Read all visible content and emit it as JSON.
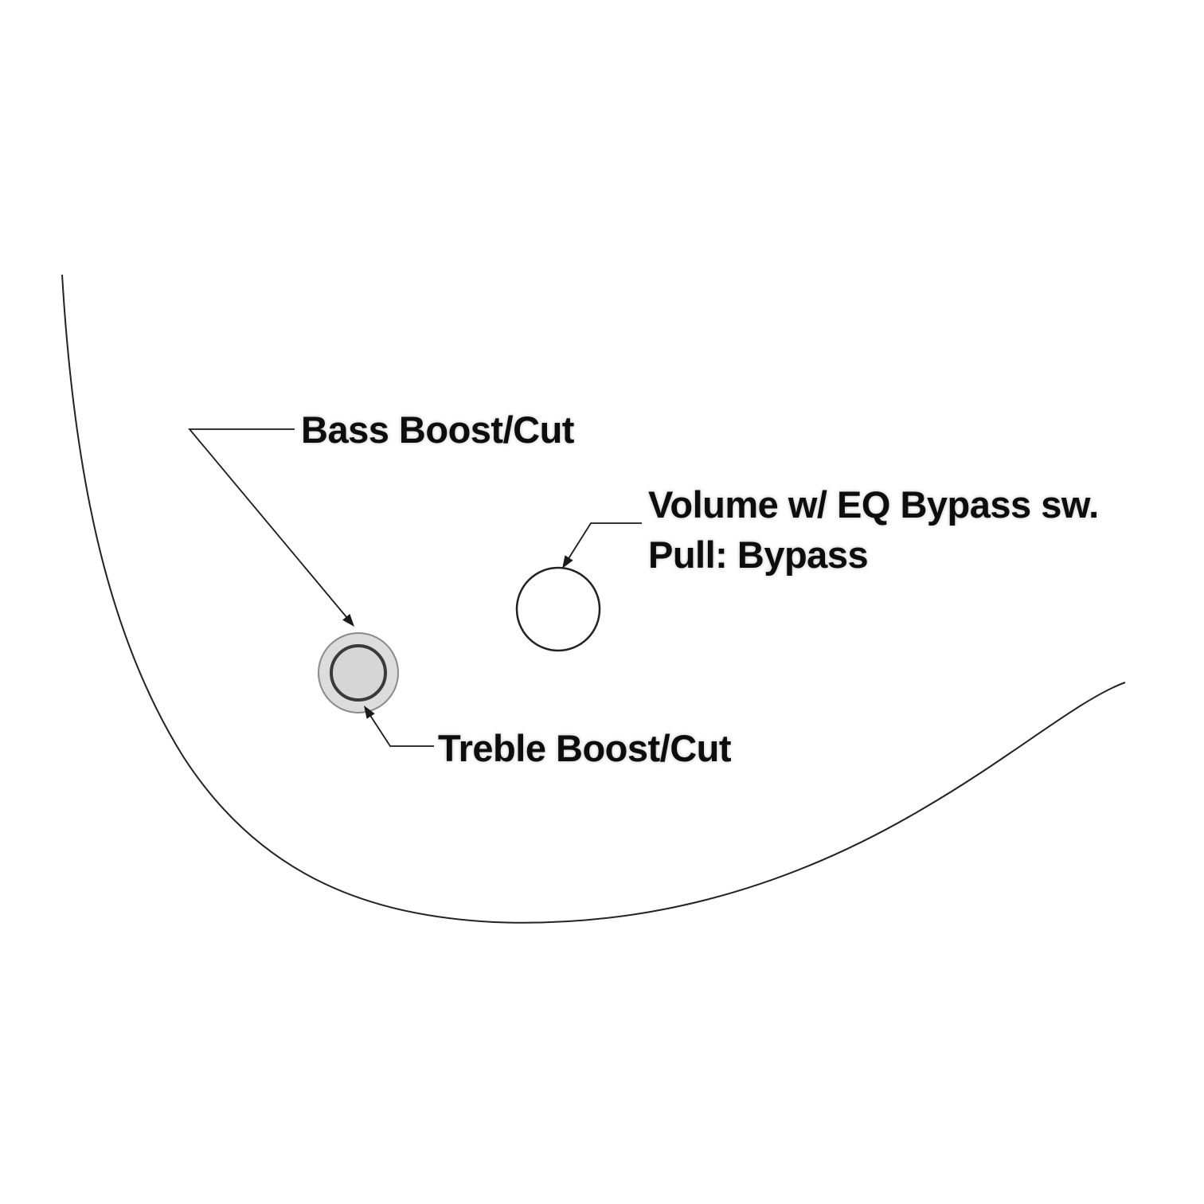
{
  "diagram": {
    "title": "Bass guitar control layout diagram",
    "labels": {
      "bass_knob": "Bass Boost/Cut",
      "volume_knob_line1": "Volume w/ EQ Bypass sw.",
      "volume_knob_line2": "Pull: Bypass",
      "treble_knob": "Treble Boost/Cut"
    },
    "colors": {
      "background": "#ffffff",
      "outline": "#222222",
      "leader_line": "#1a1a1a",
      "knob_outer_fill": "#dcdcdc",
      "knob_inner_fill": "#d6d6d6",
      "knob_inner_stroke": "#3a3a3a",
      "text": "#0d0d0d"
    }
  }
}
